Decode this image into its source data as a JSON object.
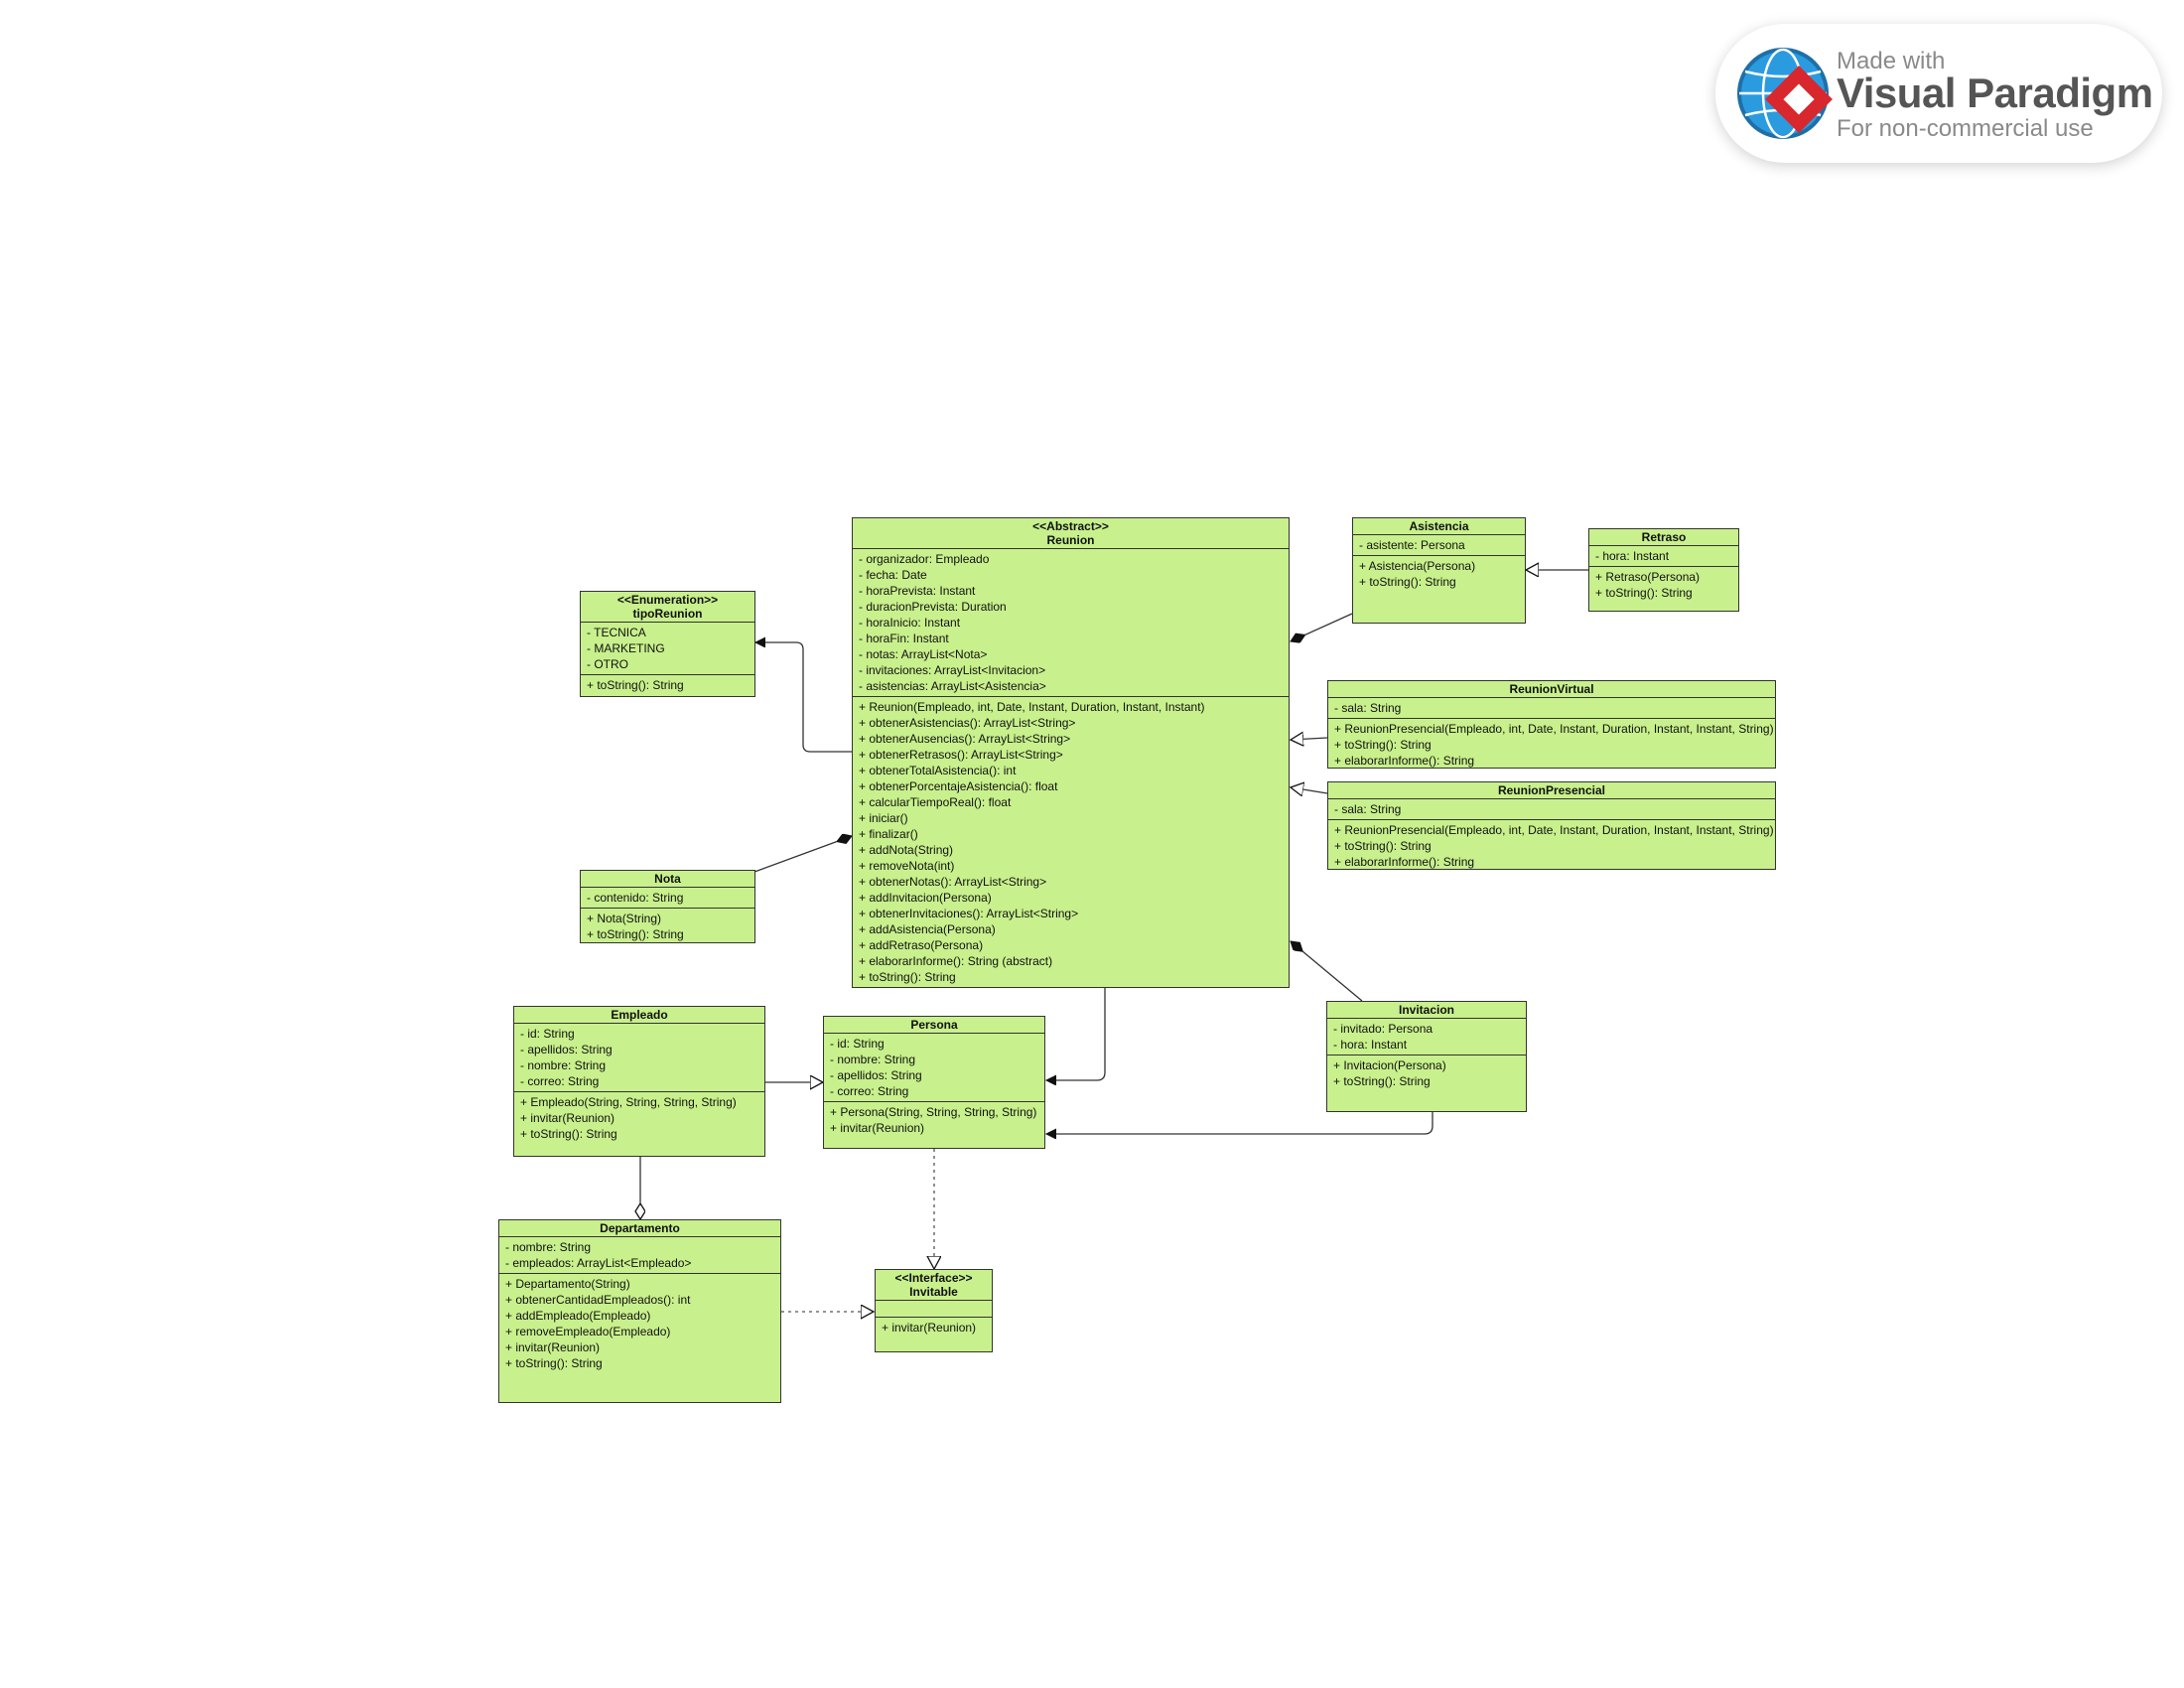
{
  "watermark": {
    "made_with": "Made with",
    "brand": "Visual Paradigm",
    "note": "For non-commercial use",
    "colors": {
      "globe": "#1e88c8",
      "diamond": "#d9272e"
    }
  },
  "colors": {
    "class_fill": "#c8f08c",
    "border": "#333333",
    "line": "#333333"
  },
  "classes": {
    "reunion": {
      "stereotype": "<<Abstract>>",
      "name": "Reunion",
      "attributes": [
        "- organizador: Empleado",
        "- fecha: Date",
        "- horaPrevista: Instant",
        "- duracionPrevista: Duration",
        "- horaInicio: Instant",
        "- horaFin: Instant",
        "- notas: ArrayList<Nota>",
        "- invitaciones: ArrayList<Invitacion>",
        "- asistencias: ArrayList<Asistencia>"
      ],
      "methods": [
        "+ Reunion(Empleado, int, Date, Instant, Duration, Instant, Instant)",
        "+ obtenerAsistencias(): ArrayList<String>",
        "+ obtenerAusencias(): ArrayList<String>",
        "+ obtenerRetrasos(): ArrayList<String>",
        "+ obtenerTotalAsistencia(): int",
        "+ obtenerPorcentajeAsistencia(): float",
        "+ calcularTiempoReal(): float",
        "+ iniciar()",
        "+ finalizar()",
        "+ addNota(String)",
        "+ removeNota(int)",
        "+ obtenerNotas(): ArrayList<String>",
        "+ addInvitacion(Persona)",
        "+ obtenerInvitaciones(): ArrayList<String>",
        "+ addAsistencia(Persona)",
        "+ addRetraso(Persona)",
        "+ elaborarInforme(): String (abstract)",
        "+ toString(): String"
      ]
    },
    "tipo_reunion": {
      "stereotype": "<<Enumeration>>",
      "name": "tipoReunion",
      "attributes": [
        "- TECNICA",
        "- MARKETING",
        "- OTRO"
      ],
      "methods": [
        "+ toString(): String"
      ]
    },
    "nota": {
      "name": "Nota",
      "attributes": [
        "- contenido: String"
      ],
      "methods": [
        "+ Nota(String)",
        "+ toString(): String"
      ]
    },
    "asistencia": {
      "name": "Asistencia",
      "attributes": [
        "- asistente: Persona"
      ],
      "methods": [
        "+ Asistencia(Persona)",
        "+ toString(): String"
      ]
    },
    "retraso": {
      "name": "Retraso",
      "attributes": [
        "- hora: Instant"
      ],
      "methods": [
        "+ Retraso(Persona)",
        "+ toString(): String"
      ]
    },
    "reunion_virtual": {
      "name": "ReunionVirtual",
      "attributes": [
        "- sala: String"
      ],
      "methods": [
        "+ ReunionPresencial(Empleado, int, Date, Instant, Duration, Instant, Instant, String)",
        "+ toString(): String",
        "+ elaborarInforme(): String"
      ]
    },
    "reunion_presencial": {
      "name": "ReunionPresencial",
      "attributes": [
        "- sala: String"
      ],
      "methods": [
        "+ ReunionPresencial(Empleado, int, Date, Instant, Duration, Instant, Instant, String)",
        "+ toString(): String",
        "+ elaborarInforme(): String"
      ]
    },
    "invitacion": {
      "name": "Invitacion",
      "attributes": [
        "- invitado: Persona",
        "- hora: Instant"
      ],
      "methods": [
        "+ Invitacion(Persona)",
        "+ toString(): String"
      ]
    },
    "empleado": {
      "name": "Empleado",
      "attributes": [
        "- id: String",
        "- apellidos: String",
        "- nombre: String",
        "- correo: String"
      ],
      "methods": [
        "+ Empleado(String, String, String, String)",
        "+ invitar(Reunion)",
        "+ toString(): String"
      ]
    },
    "persona": {
      "name": "Persona",
      "attributes": [
        "- id: String",
        "- nombre: String",
        "- apellidos: String",
        "- correo: String"
      ],
      "methods": [
        "+ Persona(String, String, String, String)",
        "+ invitar(Reunion)"
      ]
    },
    "departamento": {
      "name": "Departamento",
      "attributes": [
        "- nombre: String",
        "- empleados: ArrayList<Empleado>"
      ],
      "methods": [
        "+ Departamento(String)",
        "+ obtenerCantidadEmpleados(): int",
        "+ addEmpleado(Empleado)",
        "+ removeEmpleado(Empleado)",
        "+ invitar(Reunion)",
        "+ toString(): String"
      ]
    },
    "invitable": {
      "stereotype": "<<Interface>>",
      "name": "Invitable",
      "attributes": [],
      "methods": [
        "+ invitar(Reunion)"
      ]
    }
  }
}
